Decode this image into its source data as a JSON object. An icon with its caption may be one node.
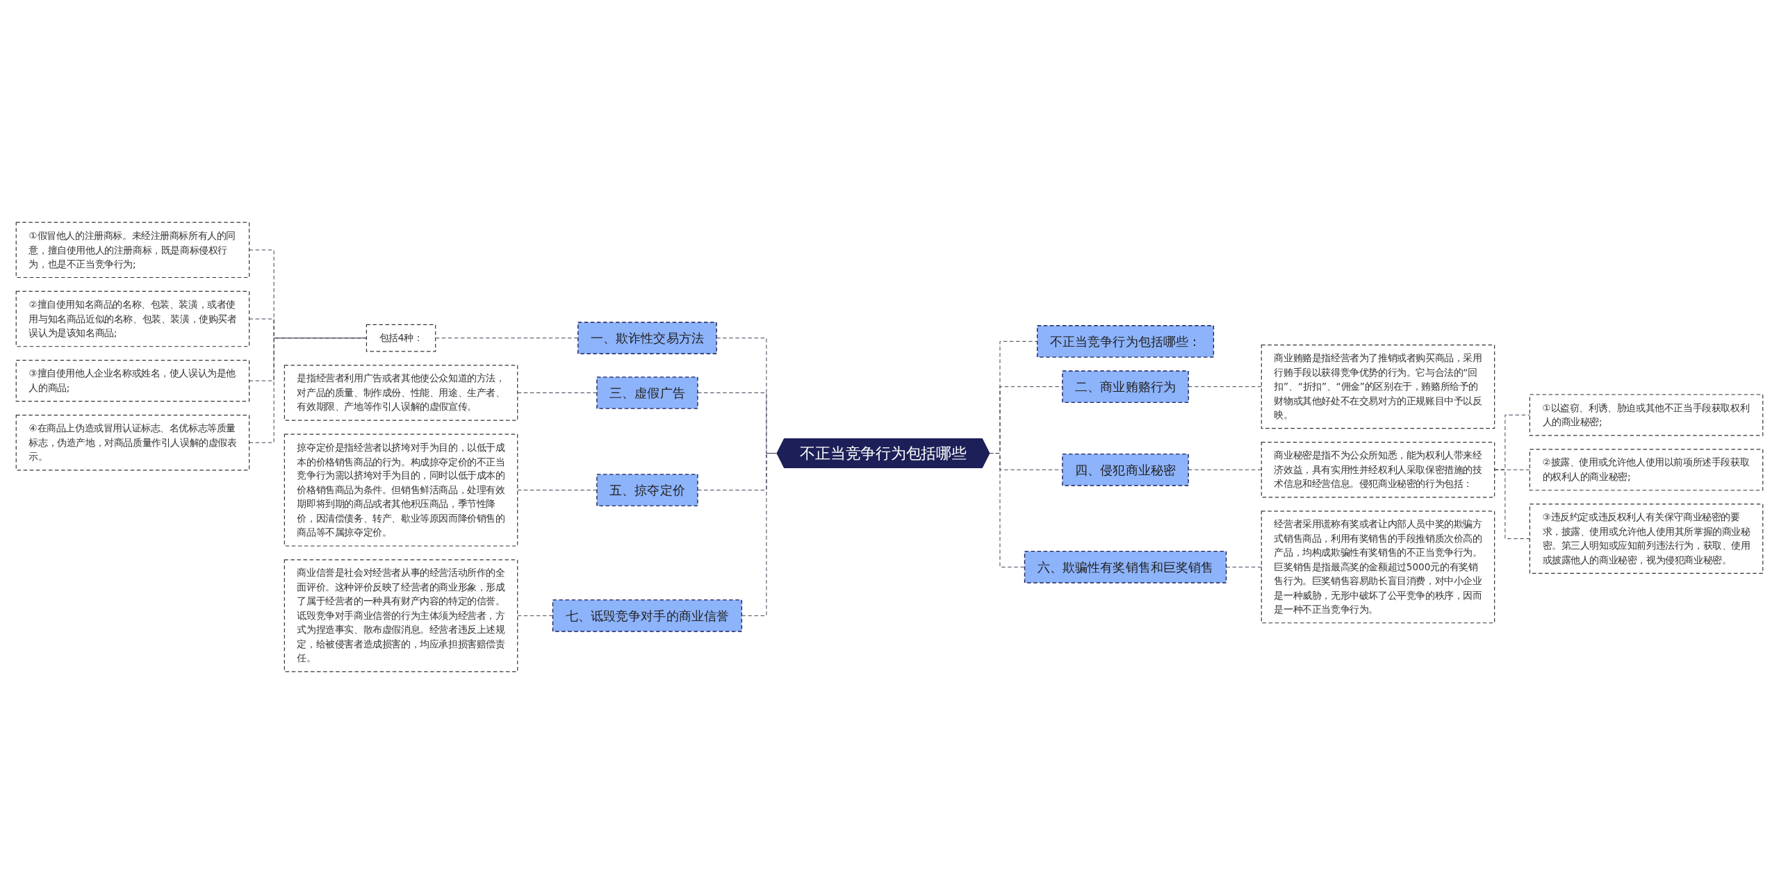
{
  "diagram": {
    "nodes": [
      {
        "text": [
          "不正当竞争行为包括哪些"
        ]
      },
      {
        "text": [
          "一、欺诈性交易方法"
        ]
      },
      {
        "text": [
          "包括4种："
        ]
      },
      {
        "text": [
          "①假冒他人的注册商标。未经注册商标所有人的同意，擅自使用他人的注册商标，既是商标侵权行为，也是不正当竞争行为;"
        ]
      },
      {
        "text": [
          "②擅自使用知名商品的名称、包装、装潢，或者使用与知名商品近似的名称、包装、装潢，使购买者误认为是该知名商品;"
        ]
      },
      {
        "text": [
          "③擅自使用他人企业名称或姓名，使人误认为是他人的商品;"
        ]
      },
      {
        "text": [
          "④在商品上伪造或冒用认证标志、名优标志等质量标志，伪造产地，对商品质量作引人误解的虚假表示。"
        ]
      },
      {
        "text": [
          "三、虚假广告"
        ]
      },
      {
        "text": [
          "是指经营者利用广告或者其他使公众知道的方法，对产品的质量、制作成份、性能、用途、生产者、有效期限、产地等作引人误解的虚假宣传。"
        ]
      },
      {
        "text": [
          "五、掠夺定价"
        ]
      },
      {
        "text": [
          "掠夺定价是指经营者以挤垮对手为目的，以低于成本的价格销售商品的行为。构成掠夺定价的不正当竞争行为需以挤垮对手为目的，同时以低于成本的价格销售商品为条件。但销售鲜活商品，处理有效期即将到期的商品或者其他积压商品，季节性降价，因清偿债务、转产、歇业等原因而降价销售的商品等不属掠夺定价。"
        ]
      },
      {
        "text": [
          "七、诋毁竞争对手的商业信誉"
        ]
      },
      {
        "text": [
          "商业信誉是社会对经营者从事的经营活动所作的全面评价。这种评价反映了经营者的商业形象，形成了属于经营者的一种具有财产内容的特定的信誉。诋毁竞争对手商业信誉的行为主体须为经营者，方式为捏造事实、散布虚假消息。经营者违反上述规定，给被侵害者造成损害的，均应承担损害赔偿责任。"
        ]
      },
      {
        "text": [
          "不正当竞争行为包括哪些："
        ]
      },
      {
        "text": [
          "二、商业贿赂行为"
        ]
      },
      {
        "text": [
          "商业贿赂是指经营者为了推销或者购买商品，采用行贿手段以获得竞争优势的行为。它与合法的“回扣”、“折扣”、“佣金”的区别在于，贿赂所给予的财物或其他好处不在交易对方的正规账目中予以反映。"
        ]
      },
      {
        "text": [
          "四、侵犯商业秘密"
        ]
      },
      {
        "text": [
          "商业秘密是指不为公众所知悉，能为权利人带来经济效益，具有实用性并经权利人采取保密措施的技术信息和经营信息。侵犯商业秘密的行为包括："
        ]
      },
      {
        "text": [
          "①以盗窃、利诱、胁迫或其他不正当手段获取权利人的商业秘密;"
        ]
      },
      {
        "text": [
          "②披露、使用或允许他人使用以前项所述手段获取的权利人的商业秘密;"
        ]
      },
      {
        "text": [
          "③违反约定或违反权利人有关保守商业秘密的要求，披露、使用或允许他人使用其所掌握的商业秘密。第三人明知或应知前列违法行为，获取、使用或披露他人的商业秘密，视为侵犯商业秘密。"
        ]
      },
      {
        "text": [
          "六、欺骗性有奖销售和巨奖销售"
        ]
      },
      {
        "text": [
          "经营者采用谎称有奖或者让内部人员中奖的欺骗方式销售商品，利用有奖销售的手段推销质次价高的产品，均构成欺骗性有奖销售的不正当竞争行为。巨奖销售是指最高奖的金额超过5000元的有奖销售行为。巨奖销售容易助长盲目消费，对中小企业是一种威胁，无形中破坏了公平竞争的秩序，因而是一种不正当竞争行为。"
        ]
      }
    ],
    "edges": [
      {
        "from": 3,
        "to": 2,
        "arrow": "none",
        "style": "dashed"
      },
      {
        "from": 4,
        "to": 2,
        "arrow": "none",
        "style": "dashed"
      },
      {
        "from": 5,
        "to": 2,
        "arrow": "none",
        "style": "dashed"
      },
      {
        "from": 6,
        "to": 2,
        "arrow": "none",
        "style": "dashed"
      },
      {
        "from": 2,
        "to": 1,
        "arrow": "none",
        "style": "dashed"
      },
      {
        "from": 1,
        "to": 0,
        "arrow": "none",
        "style": "dashed"
      },
      {
        "from": 8,
        "to": 7,
        "arrow": "none",
        "style": "dashed"
      },
      {
        "from": 7,
        "to": 0,
        "arrow": "none",
        "style": "dashed"
      },
      {
        "from": 10,
        "to": 9,
        "arrow": "none",
        "style": "dashed"
      },
      {
        "from": 9,
        "to": 0,
        "arrow": "none",
        "style": "dashed"
      },
      {
        "from": 12,
        "to": 11,
        "arrow": "none",
        "style": "dashed"
      },
      {
        "from": 11,
        "to": 0,
        "arrow": "none",
        "style": "dashed"
      },
      {
        "from": 0,
        "to": 13,
        "arrow": "none",
        "style": "dashed"
      },
      {
        "from": 0,
        "to": 14,
        "arrow": "none",
        "style": "dashed"
      },
      {
        "from": 14,
        "to": 15,
        "arrow": "none",
        "style": "dashed"
      },
      {
        "from": 0,
        "to": 16,
        "arrow": "none",
        "style": "dashed"
      },
      {
        "from": 16,
        "to": 17,
        "arrow": "none",
        "style": "dashed"
      },
      {
        "from": 17,
        "to": 18,
        "arrow": "none",
        "style": "dashed"
      },
      {
        "from": 17,
        "to": 19,
        "arrow": "none",
        "style": "dashed"
      },
      {
        "from": 17,
        "to": 20,
        "arrow": "none",
        "style": "dashed"
      },
      {
        "from": 0,
        "to": 21,
        "arrow": "none",
        "style": "dashed"
      },
      {
        "from": 21,
        "to": 22,
        "arrow": "none",
        "style": "dashed"
      }
    ]
  }
}
